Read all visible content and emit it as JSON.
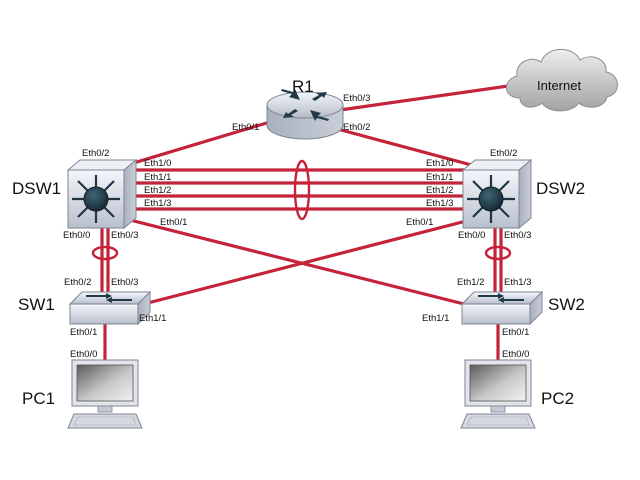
{
  "devices": {
    "r1": "R1",
    "dsw1": "DSW1",
    "dsw2": "DSW2",
    "sw1": "SW1",
    "sw2": "SW2",
    "pc1": "PC1",
    "pc2": "PC2",
    "internet": "Internet"
  },
  "ports": {
    "r1_eth0_1": "Eth0/1",
    "r1_eth0_2": "Eth0/2",
    "r1_eth0_3": "Eth0/3",
    "dsw1_eth0_2": "Eth0/2",
    "dsw1_eth1_0": "Eth1/0",
    "dsw1_eth1_1": "Eth1/1",
    "dsw1_eth1_2": "Eth1/2",
    "dsw1_eth1_3": "Eth1/3",
    "dsw1_eth0_1": "Eth0/1",
    "dsw1_eth0_0": "Eth0/0",
    "dsw1_eth0_3": "Eth0/3",
    "dsw2_eth0_2": "Eth0/2",
    "dsw2_eth1_0": "Eth1/0",
    "dsw2_eth1_1": "Eth1/1",
    "dsw2_eth1_2": "Eth1/2",
    "dsw2_eth1_3": "Eth1/3",
    "dsw2_eth0_1": "Eth0/1",
    "dsw2_eth0_0": "Eth0/0",
    "dsw2_eth0_3": "Eth0/3",
    "sw1_eth0_2": "Eth0/2",
    "sw1_eth0_3": "Eth0/3",
    "sw1_eth1_1": "Eth1/1",
    "sw1_eth0_1": "Eth0/1",
    "sw2_eth1_2": "Eth1/2",
    "sw2_eth1_3": "Eth1/3",
    "sw2_eth1_1": "Eth1/1",
    "sw2_eth0_1": "Eth0/1",
    "pc1_eth0_0": "Eth0/0",
    "pc2_eth0_0": "Eth0/0"
  },
  "colors": {
    "link": "#c4233a",
    "device_body": "#d9dde6",
    "device_hub": "#24404f"
  }
}
